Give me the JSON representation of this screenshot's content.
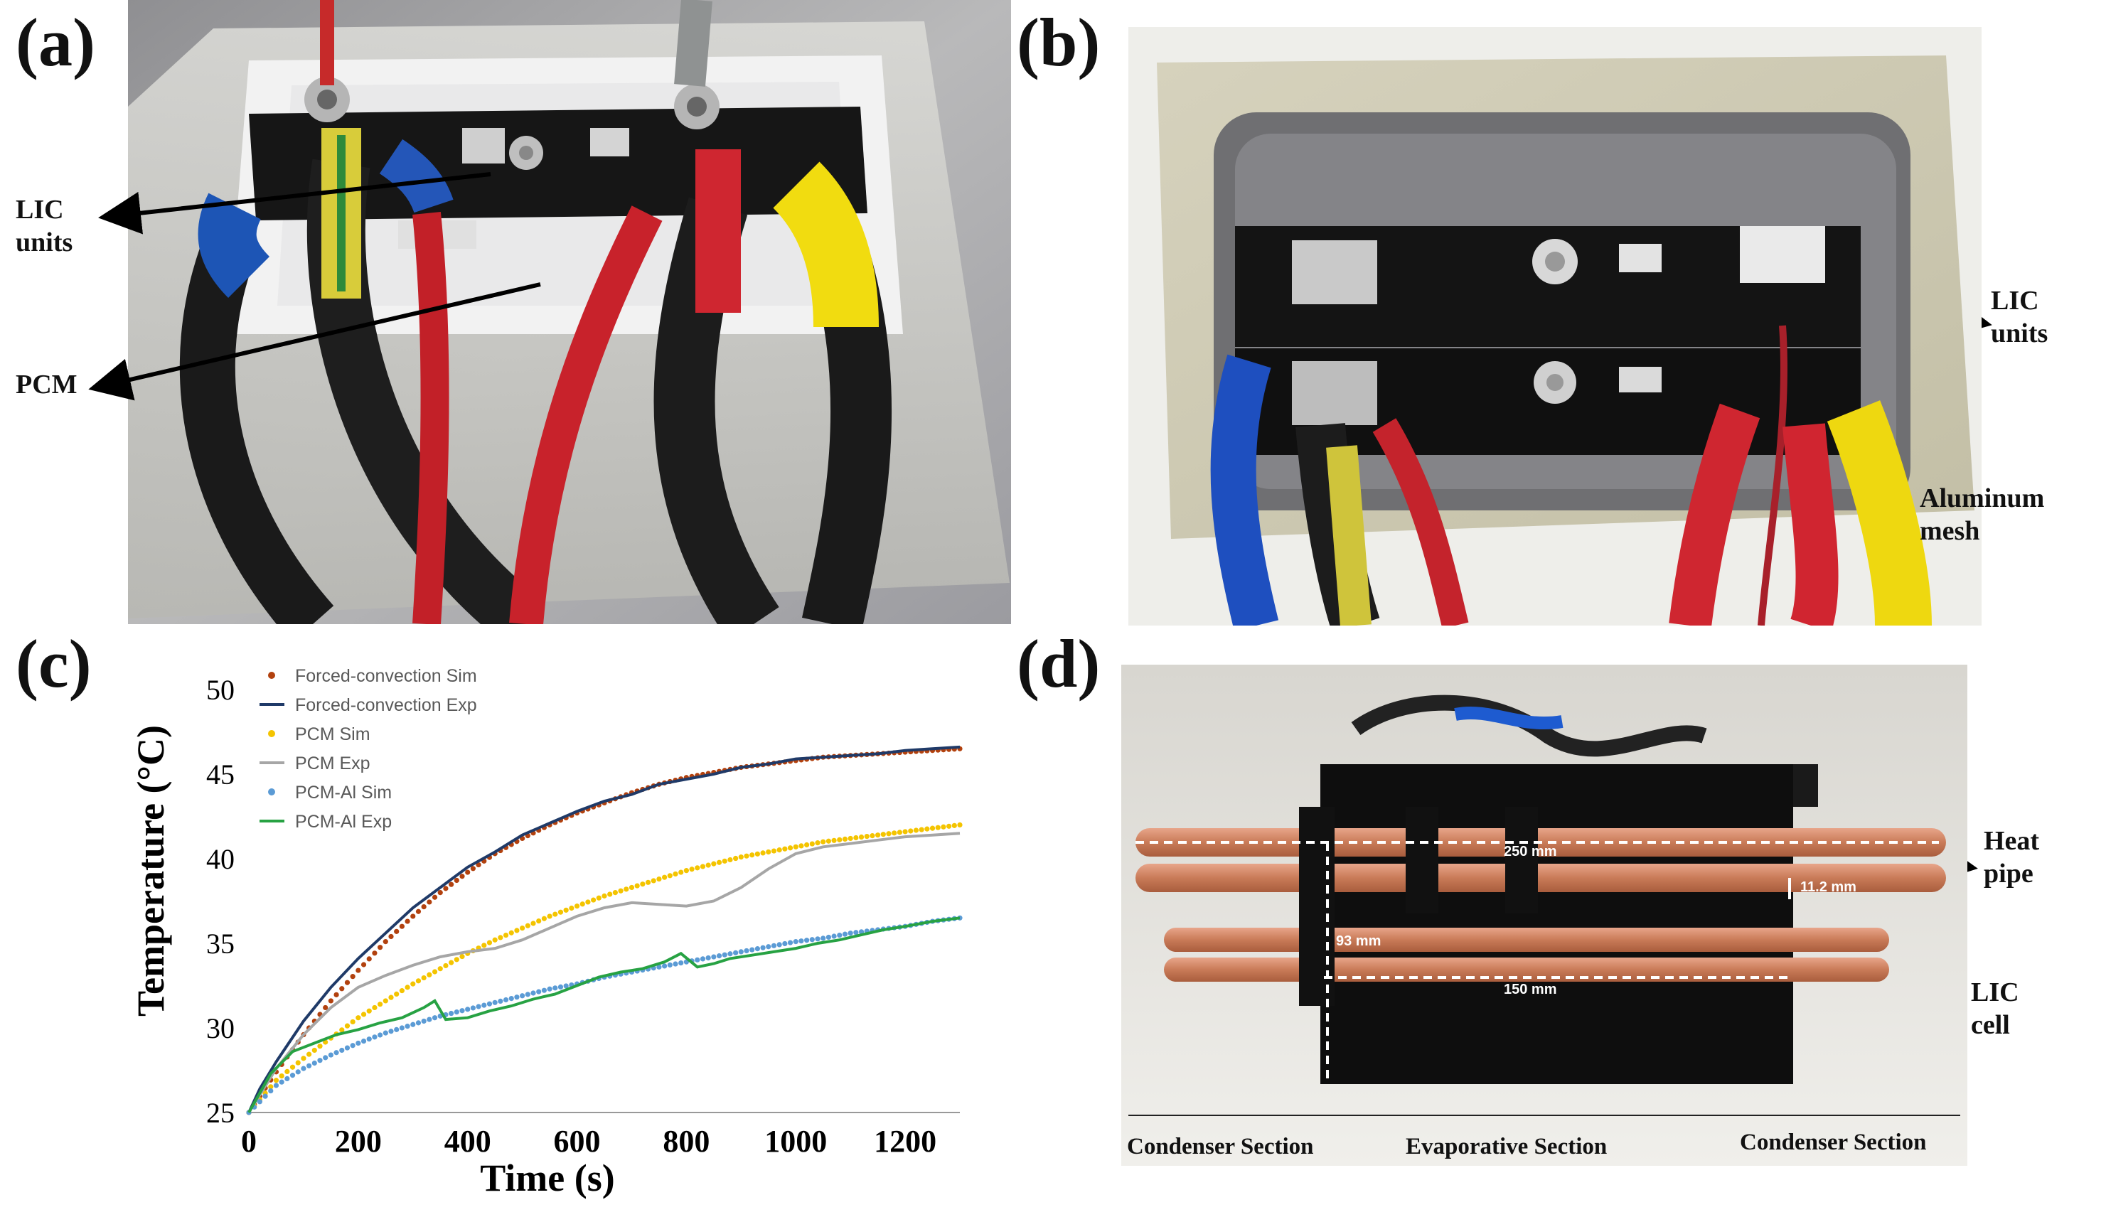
{
  "panels": {
    "a": {
      "letter": "(a)",
      "label_lic": [
        "LIC",
        "units"
      ],
      "label_pcm": "PCM"
    },
    "b": {
      "letter": "(b)",
      "label_lic": [
        "LIC",
        "units"
      ],
      "label_mesh": [
        "Aluminum",
        "mesh"
      ]
    },
    "c": {
      "letter": "(c)"
    },
    "d": {
      "letter": "(d)",
      "dim_length": "250 mm",
      "dim_diameter": "11.2 mm",
      "dim_height": "93 mm",
      "dim_width": "150 mm",
      "label_heat_pipe": [
        "Heat",
        "pipe"
      ],
      "label_lic_cell": [
        "LIC",
        "cell"
      ],
      "sections": [
        "Condenser  Section",
        "Evaporative  Section",
        "Condenser  Section"
      ]
    }
  },
  "chart_data": {
    "type": "line",
    "title": "",
    "xlabel": "Time (s)",
    "ylabel": "Temperature (°C)",
    "xlim": [
      0,
      1300
    ],
    "ylim": [
      25,
      50
    ],
    "xticks": [
      0,
      200,
      400,
      600,
      800,
      1000,
      1200
    ],
    "yticks": [
      25,
      30,
      35,
      40,
      45,
      50
    ],
    "grid": false,
    "legend": "top-left",
    "series": [
      {
        "name": "Forced-convection Sim",
        "style": "dots",
        "color": "#b2410e",
        "x": [
          0,
          50,
          100,
          150,
          200,
          250,
          300,
          350,
          400,
          450,
          500,
          550,
          600,
          650,
          700,
          750,
          800,
          850,
          900,
          950,
          1000,
          1050,
          1100,
          1150,
          1200,
          1250,
          1300
        ],
        "y": [
          25,
          27.4,
          29.6,
          31.6,
          33.4,
          35.1,
          36.6,
          38.0,
          39.2,
          40.3,
          41.2,
          42.0,
          42.7,
          43.3,
          43.9,
          44.4,
          44.8,
          45.1,
          45.4,
          45.6,
          45.8,
          46.0,
          46.1,
          46.2,
          46.3,
          46.4,
          46.5
        ]
      },
      {
        "name": "Forced-convection Exp",
        "style": "line",
        "color": "#1f3a68",
        "x": [
          0,
          20,
          50,
          100,
          150,
          200,
          250,
          300,
          350,
          400,
          450,
          500,
          550,
          600,
          650,
          700,
          750,
          800,
          850,
          900,
          950,
          1000,
          1050,
          1100,
          1150,
          1200,
          1250,
          1300
        ],
        "y": [
          25,
          26.4,
          28.0,
          30.4,
          32.4,
          34.1,
          35.6,
          37.1,
          38.3,
          39.5,
          40.4,
          41.4,
          42.1,
          42.8,
          43.4,
          43.8,
          44.4,
          44.7,
          45.0,
          45.4,
          45.6,
          45.9,
          46.0,
          46.1,
          46.2,
          46.4,
          46.5,
          46.6
        ]
      },
      {
        "name": "PCM Sim",
        "style": "dots",
        "color": "#f4c400",
        "x": [
          0,
          50,
          100,
          150,
          200,
          250,
          300,
          350,
          400,
          450,
          500,
          550,
          600,
          650,
          700,
          750,
          800,
          850,
          900,
          950,
          1000,
          1050,
          1100,
          1150,
          1200,
          1250,
          1300
        ],
        "y": [
          25,
          26.9,
          28.2,
          29.4,
          30.6,
          31.6,
          32.6,
          33.5,
          34.4,
          35.2,
          35.9,
          36.6,
          37.2,
          37.8,
          38.3,
          38.8,
          39.3,
          39.7,
          40.1,
          40.4,
          40.7,
          41.0,
          41.2,
          41.4,
          41.6,
          41.8,
          42.0
        ]
      },
      {
        "name": "PCM Exp",
        "style": "line",
        "color": "#a6a6a6",
        "x": [
          0,
          50,
          100,
          150,
          200,
          250,
          300,
          350,
          400,
          450,
          500,
          550,
          600,
          650,
          700,
          750,
          800,
          850,
          900,
          950,
          1000,
          1050,
          1100,
          1150,
          1200,
          1250,
          1300
        ],
        "y": [
          25,
          27.6,
          29.6,
          31.2,
          32.4,
          33.1,
          33.7,
          34.2,
          34.5,
          34.7,
          35.2,
          35.9,
          36.6,
          37.1,
          37.4,
          37.3,
          37.2,
          37.5,
          38.3,
          39.4,
          40.3,
          40.7,
          40.9,
          41.1,
          41.3,
          41.4,
          41.5
        ]
      },
      {
        "name": "PCM-Al Sim",
        "style": "dots",
        "color": "#5b9bd5",
        "x": [
          0,
          50,
          100,
          150,
          200,
          250,
          300,
          350,
          400,
          450,
          500,
          550,
          600,
          650,
          700,
          750,
          800,
          850,
          900,
          950,
          1000,
          1050,
          1100,
          1150,
          1200,
          1250,
          1300
        ],
        "y": [
          25,
          26.6,
          27.6,
          28.4,
          29.1,
          29.7,
          30.2,
          30.7,
          31.1,
          31.5,
          31.9,
          32.3,
          32.6,
          33.0,
          33.3,
          33.6,
          33.9,
          34.2,
          34.5,
          34.8,
          35.1,
          35.3,
          35.6,
          35.8,
          36.0,
          36.3,
          36.5
        ]
      },
      {
        "name": "PCM-Al Exp",
        "style": "line",
        "color": "#27a243",
        "x": [
          0,
          40,
          80,
          120,
          160,
          200,
          240,
          280,
          320,
          340,
          360,
          400,
          440,
          480,
          520,
          560,
          600,
          640,
          680,
          720,
          760,
          790,
          820,
          850,
          880,
          920,
          960,
          1000,
          1040,
          1080,
          1120,
          1160,
          1200,
          1250,
          1300
        ],
        "y": [
          25,
          27.3,
          28.6,
          29.1,
          29.6,
          29.9,
          30.3,
          30.6,
          31.2,
          31.6,
          30.5,
          30.6,
          31.0,
          31.3,
          31.7,
          32.0,
          32.5,
          33.0,
          33.3,
          33.5,
          33.9,
          34.4,
          33.6,
          33.8,
          34.1,
          34.3,
          34.5,
          34.7,
          35.0,
          35.2,
          35.5,
          35.8,
          36.0,
          36.3,
          36.5
        ]
      }
    ]
  }
}
